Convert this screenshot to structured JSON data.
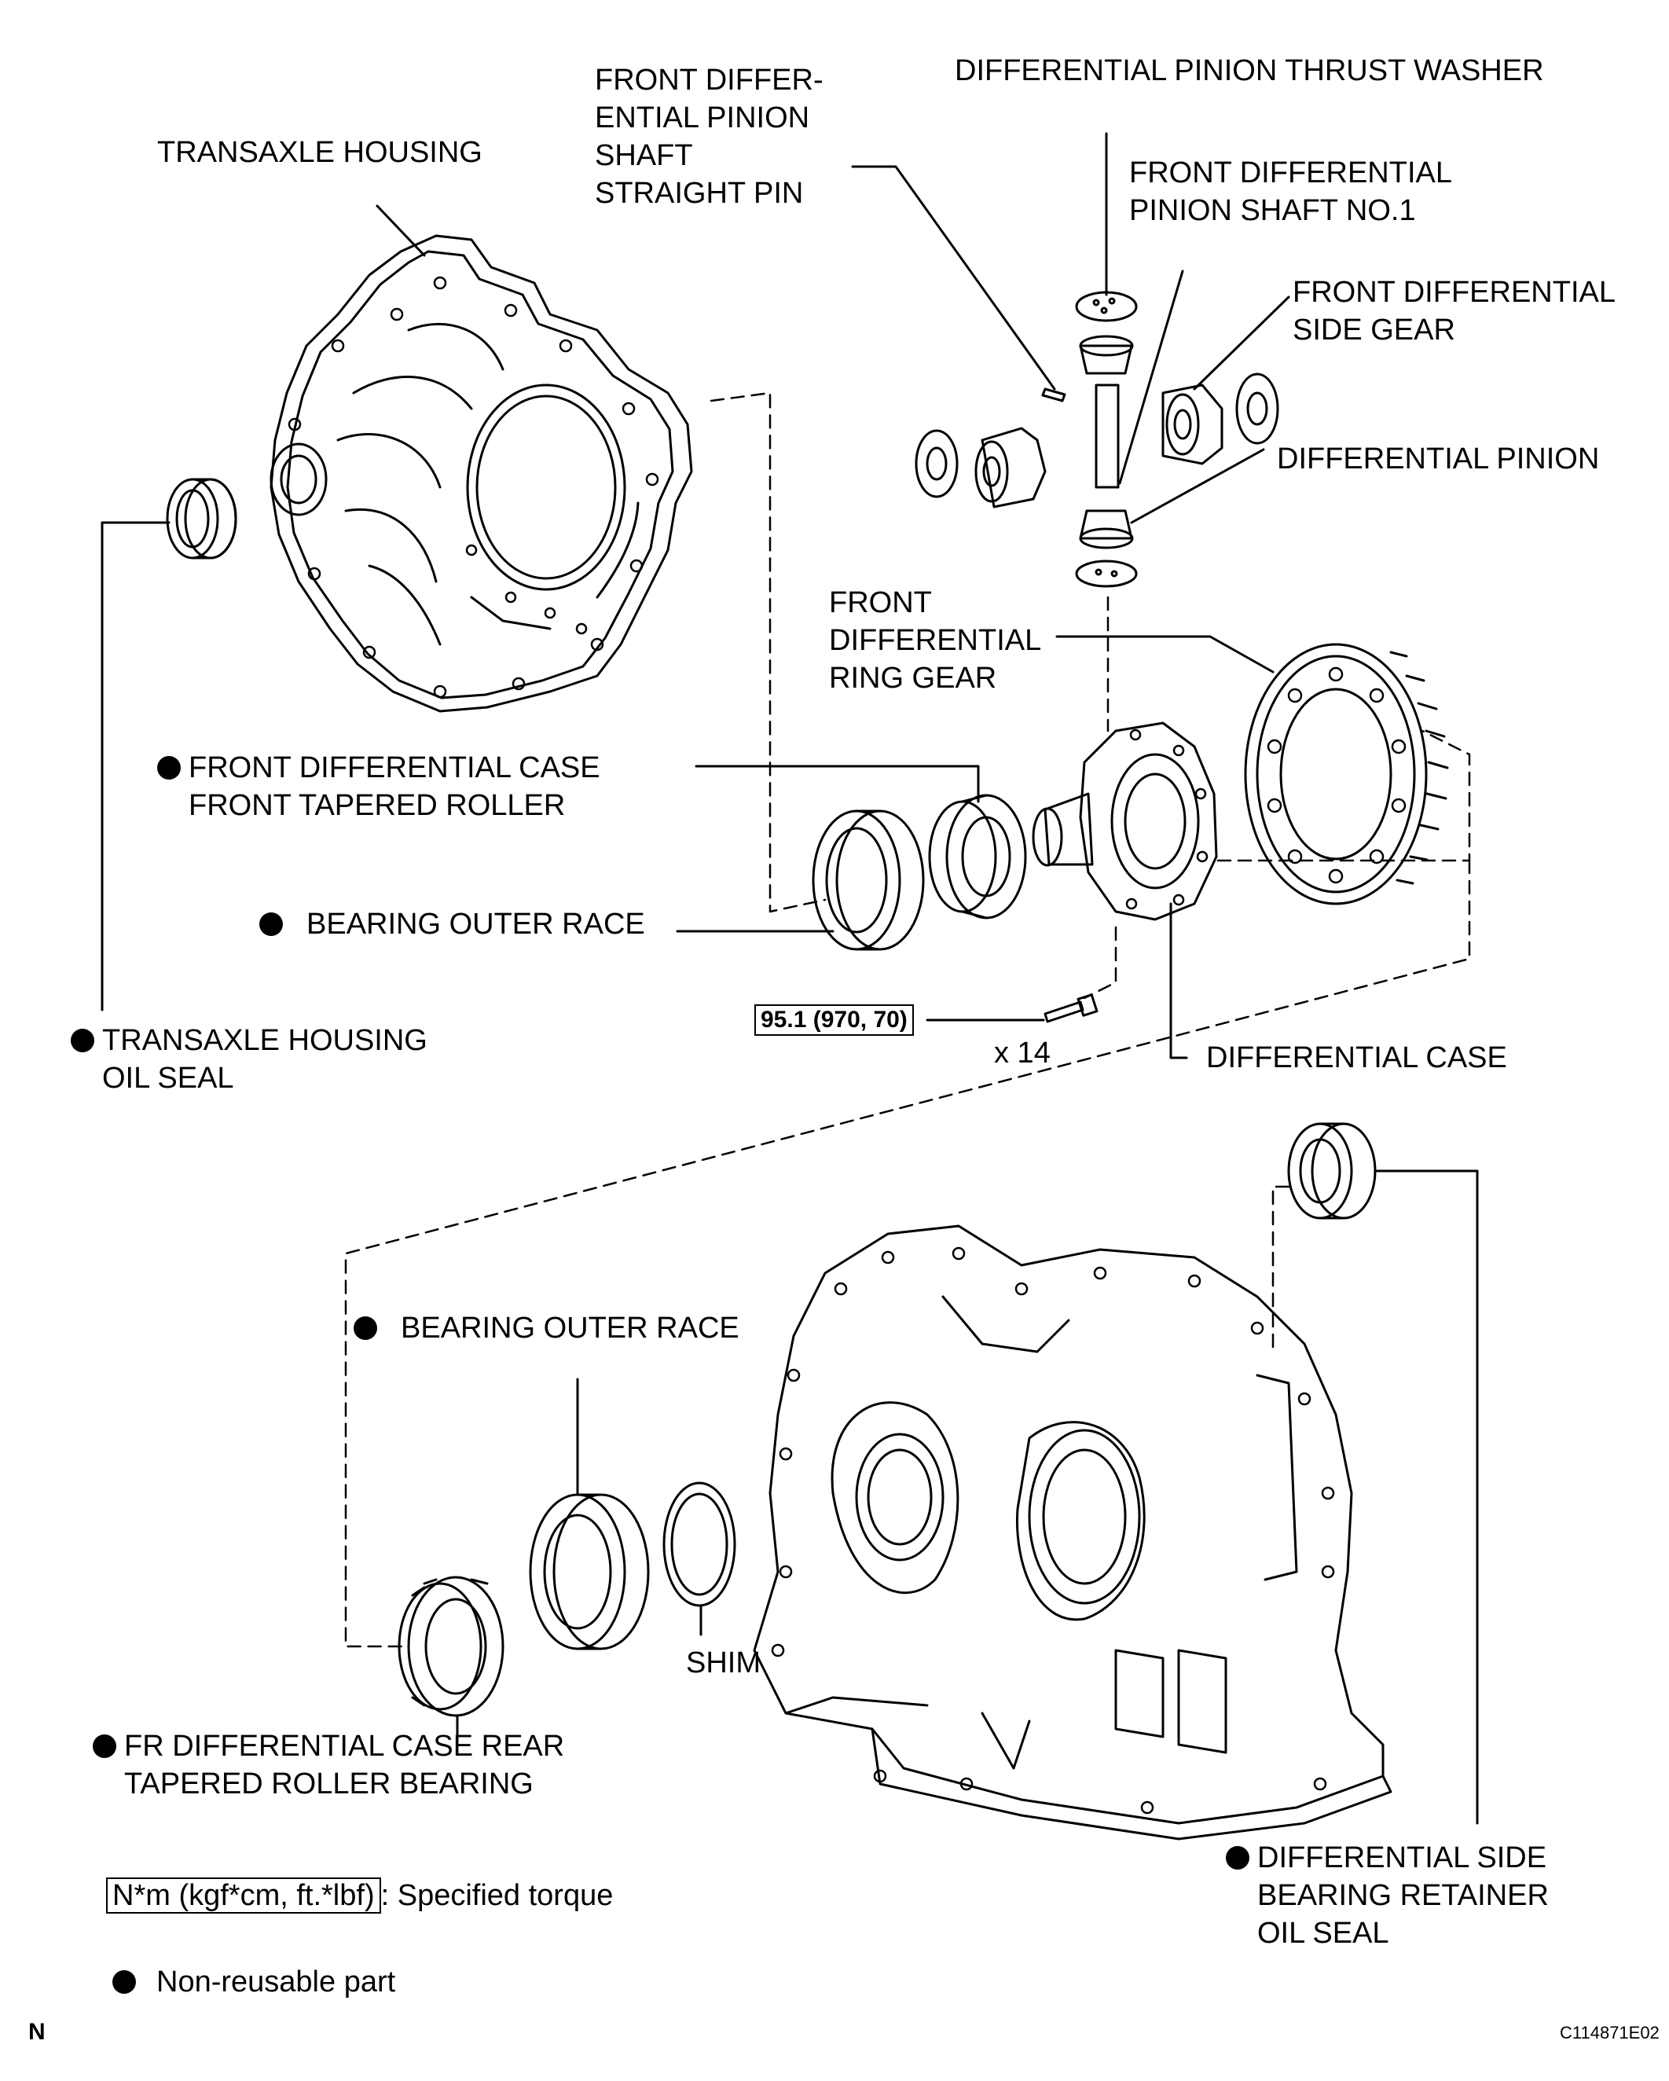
{
  "labels": {
    "transaxle_housing": "TRANSAXLE HOUSING",
    "straight_pin": [
      "FRONT DIFFER-",
      "ENTIAL PINION",
      "SHAFT",
      "STRAIGHT PIN"
    ],
    "thrust_washer": "DIFFERENTIAL PINION THRUST WASHER",
    "pinion_shaft": [
      "FRONT DIFFERENTIAL",
      "PINION SHAFT NO.1"
    ],
    "side_gear": [
      "FRONT DIFFERENTIAL",
      "SIDE GEAR"
    ],
    "pinion": "DIFFERENTIAL PINION",
    "ring_gear": [
      "FRONT",
      "DIFFERENTIAL",
      "RING GEAR"
    ],
    "front_roller": [
      "FRONT DIFFERENTIAL CASE",
      "FRONT TAPERED ROLLER"
    ],
    "outer_race_front": "BEARING OUTER RACE",
    "housing_oil_seal": [
      "TRANSAXLE HOUSING",
      "OIL SEAL"
    ],
    "torque_value": "95.1 (970, 70)",
    "bolt_count": "x 14",
    "differential_case": "DIFFERENTIAL CASE",
    "outer_race_rear": "BEARING OUTER RACE",
    "shim": "SHIM",
    "rear_roller": [
      "FR DIFFERENTIAL CASE REAR",
      "TAPERED ROLLER BEARING"
    ],
    "retainer_oil_seal": [
      "DIFFERENTIAL SIDE",
      "BEARING RETAINER",
      "OIL SEAL"
    ]
  },
  "legend": {
    "torque_unit": "N*m (kgf*cm, ft.*lbf)",
    "torque_text": ": Specified torque",
    "nonreusable_text": "Non-reusable part"
  },
  "footer": {
    "corner_mark": "N",
    "figure_code": "C114871E02"
  }
}
